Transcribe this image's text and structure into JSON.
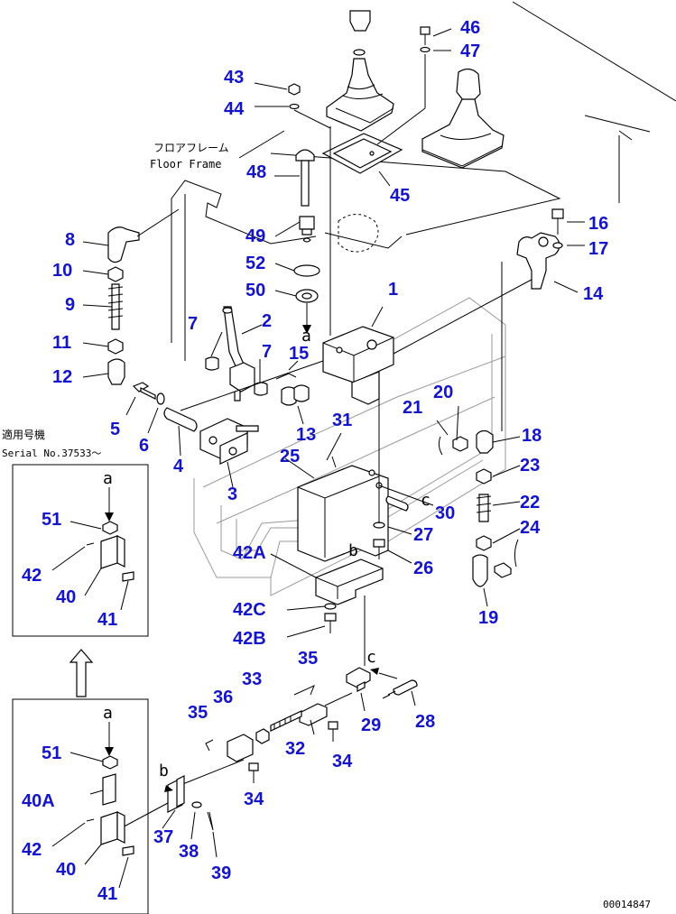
{
  "labels": {
    "floor_frame_jp": "フロアフレーム",
    "floor_frame_en": "Floor Frame",
    "applicable_jp": "適用号機",
    "serial_no": "Serial No.37533～",
    "drawing_no": "00014847"
  },
  "ref_letters": [
    "a",
    "b",
    "c"
  ],
  "callouts": [
    {
      "id": "c46",
      "text": "46"
    },
    {
      "id": "c47",
      "text": "47"
    },
    {
      "id": "c43",
      "text": "43"
    },
    {
      "id": "c44",
      "text": "44"
    },
    {
      "id": "c48",
      "text": "48"
    },
    {
      "id": "c45",
      "text": "45"
    },
    {
      "id": "c16",
      "text": "16"
    },
    {
      "id": "c17",
      "text": "17"
    },
    {
      "id": "c8",
      "text": "8"
    },
    {
      "id": "c49",
      "text": "49"
    },
    {
      "id": "c14",
      "text": "14"
    },
    {
      "id": "c10",
      "text": "10"
    },
    {
      "id": "c52",
      "text": "52"
    },
    {
      "id": "c1",
      "text": "1"
    },
    {
      "id": "c9",
      "text": "9"
    },
    {
      "id": "c50",
      "text": "50"
    },
    {
      "id": "c7a",
      "text": "7"
    },
    {
      "id": "c2",
      "text": "2"
    },
    {
      "id": "c11",
      "text": "11"
    },
    {
      "id": "c15",
      "text": "15"
    },
    {
      "id": "c7b",
      "text": "7"
    },
    {
      "id": "c12",
      "text": "12"
    },
    {
      "id": "c20",
      "text": "20"
    },
    {
      "id": "c21",
      "text": "21"
    },
    {
      "id": "c5",
      "text": "5"
    },
    {
      "id": "c13",
      "text": "13"
    },
    {
      "id": "c31",
      "text": "31"
    },
    {
      "id": "c6",
      "text": "6"
    },
    {
      "id": "c18",
      "text": "18"
    },
    {
      "id": "c4",
      "text": "4"
    },
    {
      "id": "c25",
      "text": "25"
    },
    {
      "id": "c23",
      "text": "23"
    },
    {
      "id": "c3",
      "text": "3"
    },
    {
      "id": "c22",
      "text": "22"
    },
    {
      "id": "c30",
      "text": "30"
    },
    {
      "id": "c24",
      "text": "24"
    },
    {
      "id": "c27",
      "text": "27"
    },
    {
      "id": "c42A",
      "text": "42A"
    },
    {
      "id": "c26",
      "text": "26"
    },
    {
      "id": "c19",
      "text": "19"
    },
    {
      "id": "c42C",
      "text": "42C"
    },
    {
      "id": "c42B",
      "text": "42B"
    },
    {
      "id": "c35a",
      "text": "35"
    },
    {
      "id": "c33",
      "text": "33"
    },
    {
      "id": "c36",
      "text": "36"
    },
    {
      "id": "c35b",
      "text": "35"
    },
    {
      "id": "c29",
      "text": "29"
    },
    {
      "id": "c28",
      "text": "28"
    },
    {
      "id": "c32",
      "text": "32"
    },
    {
      "id": "c34a",
      "text": "34"
    },
    {
      "id": "c34b",
      "text": "34"
    },
    {
      "id": "c37",
      "text": "37"
    },
    {
      "id": "c38",
      "text": "38"
    },
    {
      "id": "c39",
      "text": "39"
    },
    {
      "id": "c51a",
      "text": "51"
    },
    {
      "id": "c42a",
      "text": "42"
    },
    {
      "id": "c40a",
      "text": "40"
    },
    {
      "id": "c41a",
      "text": "41"
    },
    {
      "id": "c51b",
      "text": "51"
    },
    {
      "id": "c40Ab",
      "text": "40A"
    },
    {
      "id": "c42b",
      "text": "42"
    },
    {
      "id": "c40b",
      "text": "40"
    },
    {
      "id": "c41b",
      "text": "41"
    }
  ]
}
